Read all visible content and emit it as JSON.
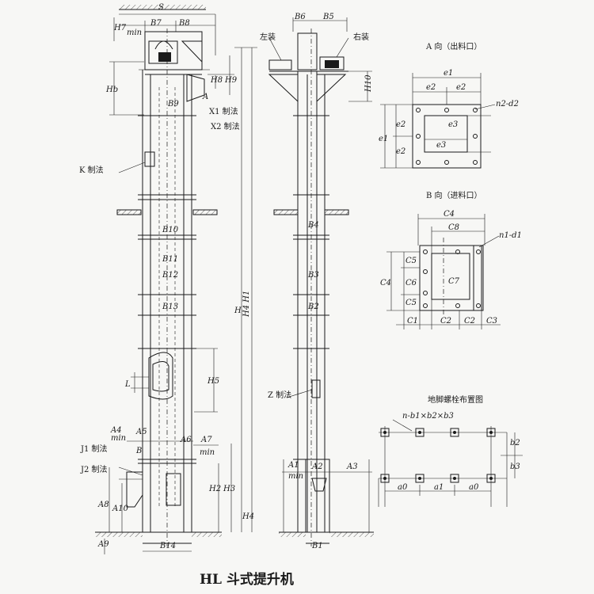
{
  "title": "HL 斗式提升机",
  "front_view": {
    "labels": {
      "s": "S",
      "h7": "H7",
      "min_top": "min",
      "b7": "B7",
      "b8": "B8",
      "hb": "Hb",
      "b9": "B9",
      "h8": "H8",
      "h9": "H9",
      "a": "A",
      "x1": "X1 制法",
      "x2": "X2 制法",
      "k": "K 制法",
      "b10": "B10",
      "b11": "B11",
      "b12": "B12",
      "b13": "B13",
      "h": "H",
      "h4h1": "H4 H1",
      "h5": "H5",
      "l": "L",
      "a4": "A4",
      "min_a4": "min",
      "a5": "A5",
      "a6": "A6",
      "a7": "A7",
      "min_a7": "min",
      "j1": "J1 制法",
      "j2": "J2 制法",
      "b": "B",
      "a8": "A8",
      "a10": "A10",
      "h2": "H2",
      "h3": "H3",
      "h4": "H4",
      "a9": "A9",
      "b14": "B14"
    }
  },
  "side_view": {
    "labels": {
      "left": "左装",
      "right": "右装",
      "b6": "B6",
      "b5": "B5",
      "h10": "H10",
      "b4": "B4",
      "b3": "B3",
      "b2": "B2",
      "z": "Z 制法",
      "a1": "A1",
      "min": "min",
      "a2": "A2",
      "a3": "A3",
      "b1": "B1"
    }
  },
  "view_a": {
    "title": "A 向（出料口）",
    "labels": {
      "e1": "e1",
      "e2a": "e2",
      "e2b": "e2",
      "e3": "e3",
      "e3b": "e3",
      "e1v": "e1",
      "e2v1": "e2",
      "e2v2": "e2",
      "n2d2": "n2-d2"
    }
  },
  "view_b": {
    "title": "B 向（进料口）",
    "labels": {
      "c4": "C4",
      "c8": "C8",
      "n1d1": "n1-d1",
      "c5a": "C5",
      "c6": "C6",
      "c5b": "C5",
      "c4v": "C4",
      "c7": "C7",
      "c1": "C1",
      "c2a": "C2",
      "c2b": "C2",
      "c3": "C3"
    }
  },
  "bolt_layout": {
    "title": "地脚螺栓布置图",
    "labels": {
      "formula": "n-b1×b2×b3",
      "b2": "b2",
      "b3": "b3",
      "a0a": "a0",
      "a1": "a1",
      "a0b": "a0"
    }
  }
}
